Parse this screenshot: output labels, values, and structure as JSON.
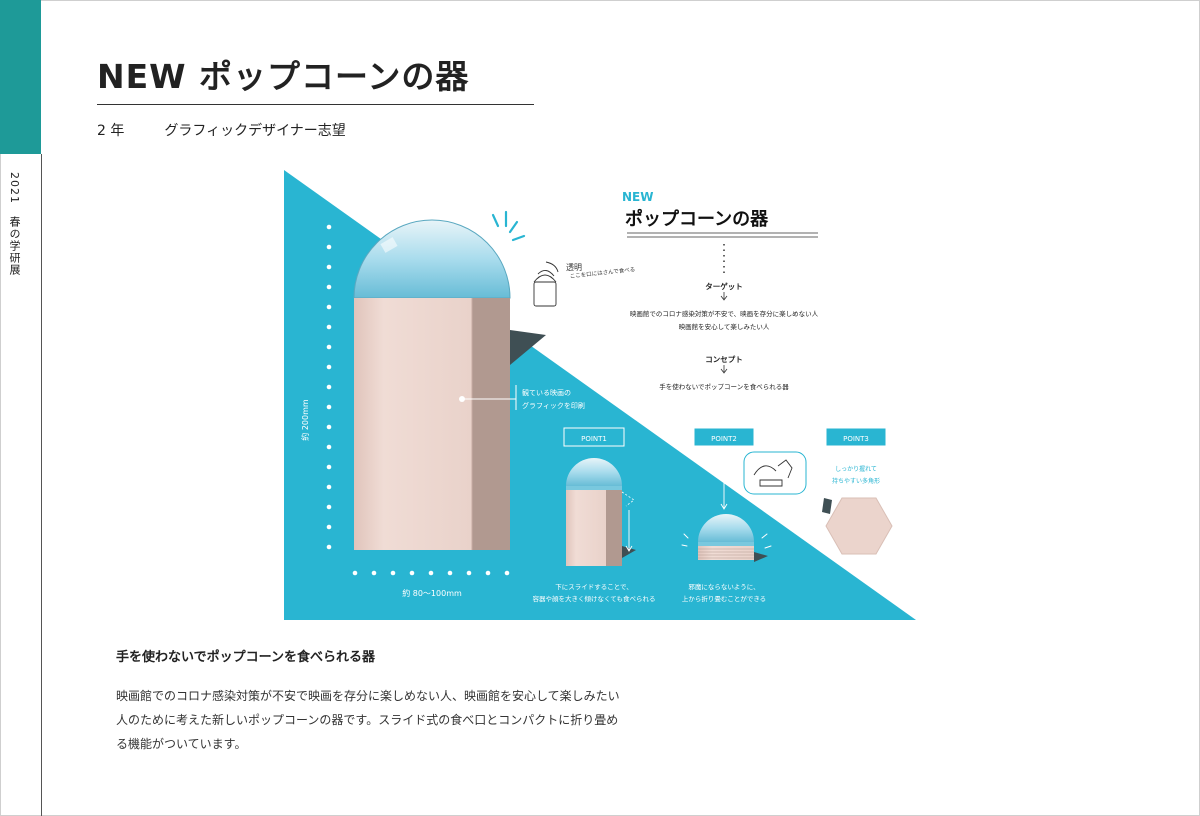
{
  "side": {
    "label": "2021　春の学研展"
  },
  "header": {
    "title": "NEW ポップコーンの器",
    "grade": "2 年",
    "name": "グラフィックデザイナー志望"
  },
  "poster": {
    "logo_new": "NEW",
    "logo_main": "ポップコーンの器",
    "target_heading": "ターゲット",
    "target_text_1": "映画館でのコロナ感染対策が不安で、映画を存分に楽しめない人",
    "target_text_2": "映画館を安心して楽しみたい人",
    "concept_heading": "コンセプト",
    "concept_text": "手を使わないでポップコーンを食べられる器",
    "height_label": "約 200mm",
    "width_label": "約 80～100mm",
    "print_note_1": "観ている映画の",
    "print_note_2": "グラフィックを印刷",
    "sketch_note_1": "透明",
    "sketch_note_2": "ここを口にはさんで食べる",
    "point1_label": "POINT1",
    "point1_text_1": "下にスライドすることで、",
    "point1_text_2": "容器や顔を大きく傾けなくても食べられる",
    "point2_label": "POINT2",
    "point2_text_1": "邪魔にならないように、",
    "point2_text_2": "上から折り畳むことができる",
    "point3_label": "POINT3",
    "point3_text_1": "しっかり握れて",
    "point3_text_2": "持ちやすい多角形",
    "colors": {
      "teal": "#29b5d2",
      "pink": "#ebd4cc",
      "shade": "#b19990",
      "dark": "#3f4f54",
      "dome": "#79c8de"
    }
  },
  "body": {
    "heading": "手を使わないでポップコーンを食べられる器",
    "text": "映画館でのコロナ感染対策が不安で映画を存分に楽しめない人、映画館を安心して楽しみたい人のために考えた新しいポップコーンの器です。スライド式の食べ口とコンパクトに折り畳める機能がついています。"
  }
}
